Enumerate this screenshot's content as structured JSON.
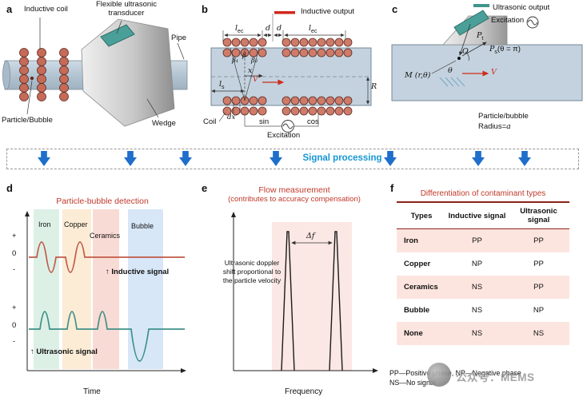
{
  "letters": {
    "a": "a",
    "b": "b",
    "c": "c",
    "d": "d",
    "e": "e",
    "f": "f"
  },
  "banner": {
    "text": "Signal processing"
  },
  "a": {
    "inductive_coil": "Inductive coil",
    "transducer_line1": "Flexible ultrasonic",
    "transducer_line2": "transducer",
    "pipe": "Pipe",
    "particle": "Particle/Bubble",
    "wedge": "Wedge"
  },
  "b": {
    "inductive_output": "Inductive output",
    "l": "l",
    "ec": "ec",
    "d": "d",
    "beta1": "β₁",
    "beta": "β",
    "beta2": "β₂",
    "x": "x",
    "V": "V",
    "s": "s",
    "R": "R",
    "dx": "dx′",
    "coil": "Coil",
    "sin": "sin",
    "cos": "cos",
    "excitation": "Excitation"
  },
  "c": {
    "ultrasonic_output": "Ultrasonic output",
    "excitation": "Excitation",
    "P": "P",
    "t": "t",
    "s": "s",
    "theta_pi": "(θ = π)",
    "O": "O",
    "M": "M (r,θ)",
    "theta": "θ",
    "V": "V",
    "particle": "Particle/bubble",
    "radius_prefix": "Radius=",
    "radius_a": "a"
  },
  "d": {
    "title": "Particle-bubble detection",
    "bands": [
      {
        "name": "Iron"
      },
      {
        "name": "Copper"
      },
      {
        "name": "Ceramics"
      },
      {
        "name": "Bubble"
      }
    ],
    "plus": "+",
    "zero": "0",
    "minus": "-",
    "arrow_up": "↑",
    "inductive_label": "Inductive signal",
    "ultrasonic_label": "Ultrasonic signal",
    "xlabel": "Time"
  },
  "e": {
    "title_line1": "Flow measurement",
    "title_line2": "(contributes to accuracy compensation)",
    "delta_f": "Δf",
    "note": "Ultrasonic doppler shift proportional to the particle velocity",
    "xlabel": "Frequency"
  },
  "f": {
    "title": "Differentiation of contaminant types",
    "table": {
      "headers": [
        "Types",
        "Inductive signal",
        "Ultrasonic signal"
      ],
      "rows": [
        [
          "Iron",
          "PP",
          "PP"
        ],
        [
          "Copper",
          "NP",
          "PP"
        ],
        [
          "Ceramics",
          "NS",
          "PP"
        ],
        [
          "Bubble",
          "NS",
          "NP"
        ],
        [
          "None",
          "NS",
          "NS"
        ]
      ]
    },
    "footnote_line1": "PP—Positive phase, NP—Negative phase",
    "footnote_line2": "NS—No signal",
    "watermark": "公众号：MEMS"
  }
}
